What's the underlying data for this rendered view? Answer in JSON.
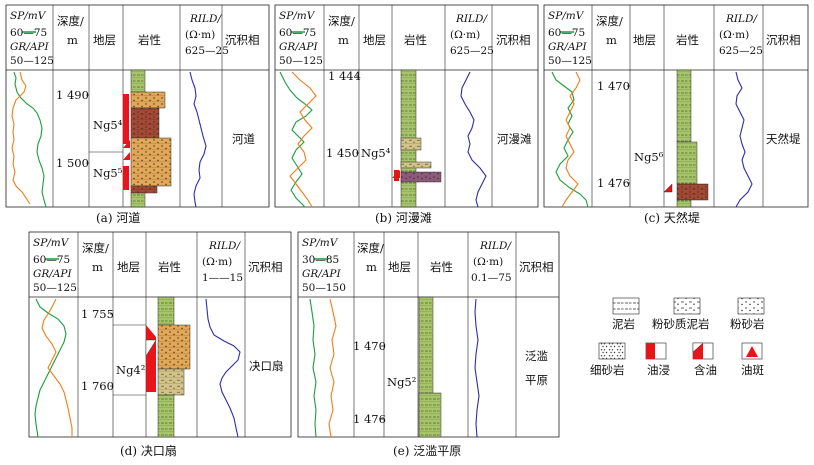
{
  "headers": {
    "sp": "SP/mV",
    "gr": "GR/API",
    "depth_line1": "深度/",
    "depth_line2": "m",
    "formation": "地层",
    "lithology": "岩性",
    "rild_line1": "RILD/",
    "rild_line2": "(Ω·m)",
    "facies": "沉积相"
  },
  "panels": [
    {
      "caption": "(a) 河道",
      "sp_scale": "60—75",
      "gr_scale": "50—125",
      "rild_scale": "625—25",
      "depth_ticks": [
        "1 490",
        "1 500"
      ],
      "formations": [
        "Ng5⁴",
        "Ng5⁵"
      ],
      "facies": "河道"
    },
    {
      "caption": "(b) 河漫滩",
      "sp_scale": "60—75",
      "gr_scale": "50—125",
      "rild_scale": "625—25",
      "depth_ticks": [
        "1 444",
        "1 450"
      ],
      "formations": [
        "Ng5⁴"
      ],
      "facies": "河漫滩"
    },
    {
      "caption": "(c) 天然堤",
      "sp_scale": "60—75",
      "gr_scale": "50—125",
      "rild_scale": "625—25",
      "depth_ticks": [
        "1 470",
        "1 476"
      ],
      "formations": [
        "Ng5⁶"
      ],
      "facies": "天然堤"
    },
    {
      "caption": "(d) 决口扇",
      "sp_scale": "60—75",
      "gr_scale": "50—125",
      "rild_scale": "1——15",
      "depth_ticks": [
        "1 755",
        "1 760"
      ],
      "formations": [
        "Ng4²"
      ],
      "facies": "决口扇"
    },
    {
      "caption": "(e) 泛滥平原",
      "sp_scale": "30—85",
      "gr_scale": "50—150",
      "rild_scale": "0.1—75",
      "depth_ticks": [
        "1 470",
        "1 476"
      ],
      "formations": [
        "Ng5²"
      ],
      "facies_line1": "泛滥",
      "facies_line2": "平原"
    }
  ],
  "legend": {
    "items": [
      "泥岩",
      "粉砂质泥岩",
      "粉砂岩",
      "细砂岩",
      "油浸",
      "含油",
      "油斑"
    ]
  },
  "colors": {
    "sp_curve": "#1a9e3c",
    "gr_curve": "#f07d1a",
    "rild_curve": "#2d2dab",
    "mudstone": "#a6c46a",
    "silty_mudstone": "#d2c38a",
    "siltstone": "#e0a858",
    "fine_sandstone": "#dcb860",
    "oil_red": "#e8141a",
    "brown": "#a24a35",
    "purple_bed": "#8b5a78"
  }
}
